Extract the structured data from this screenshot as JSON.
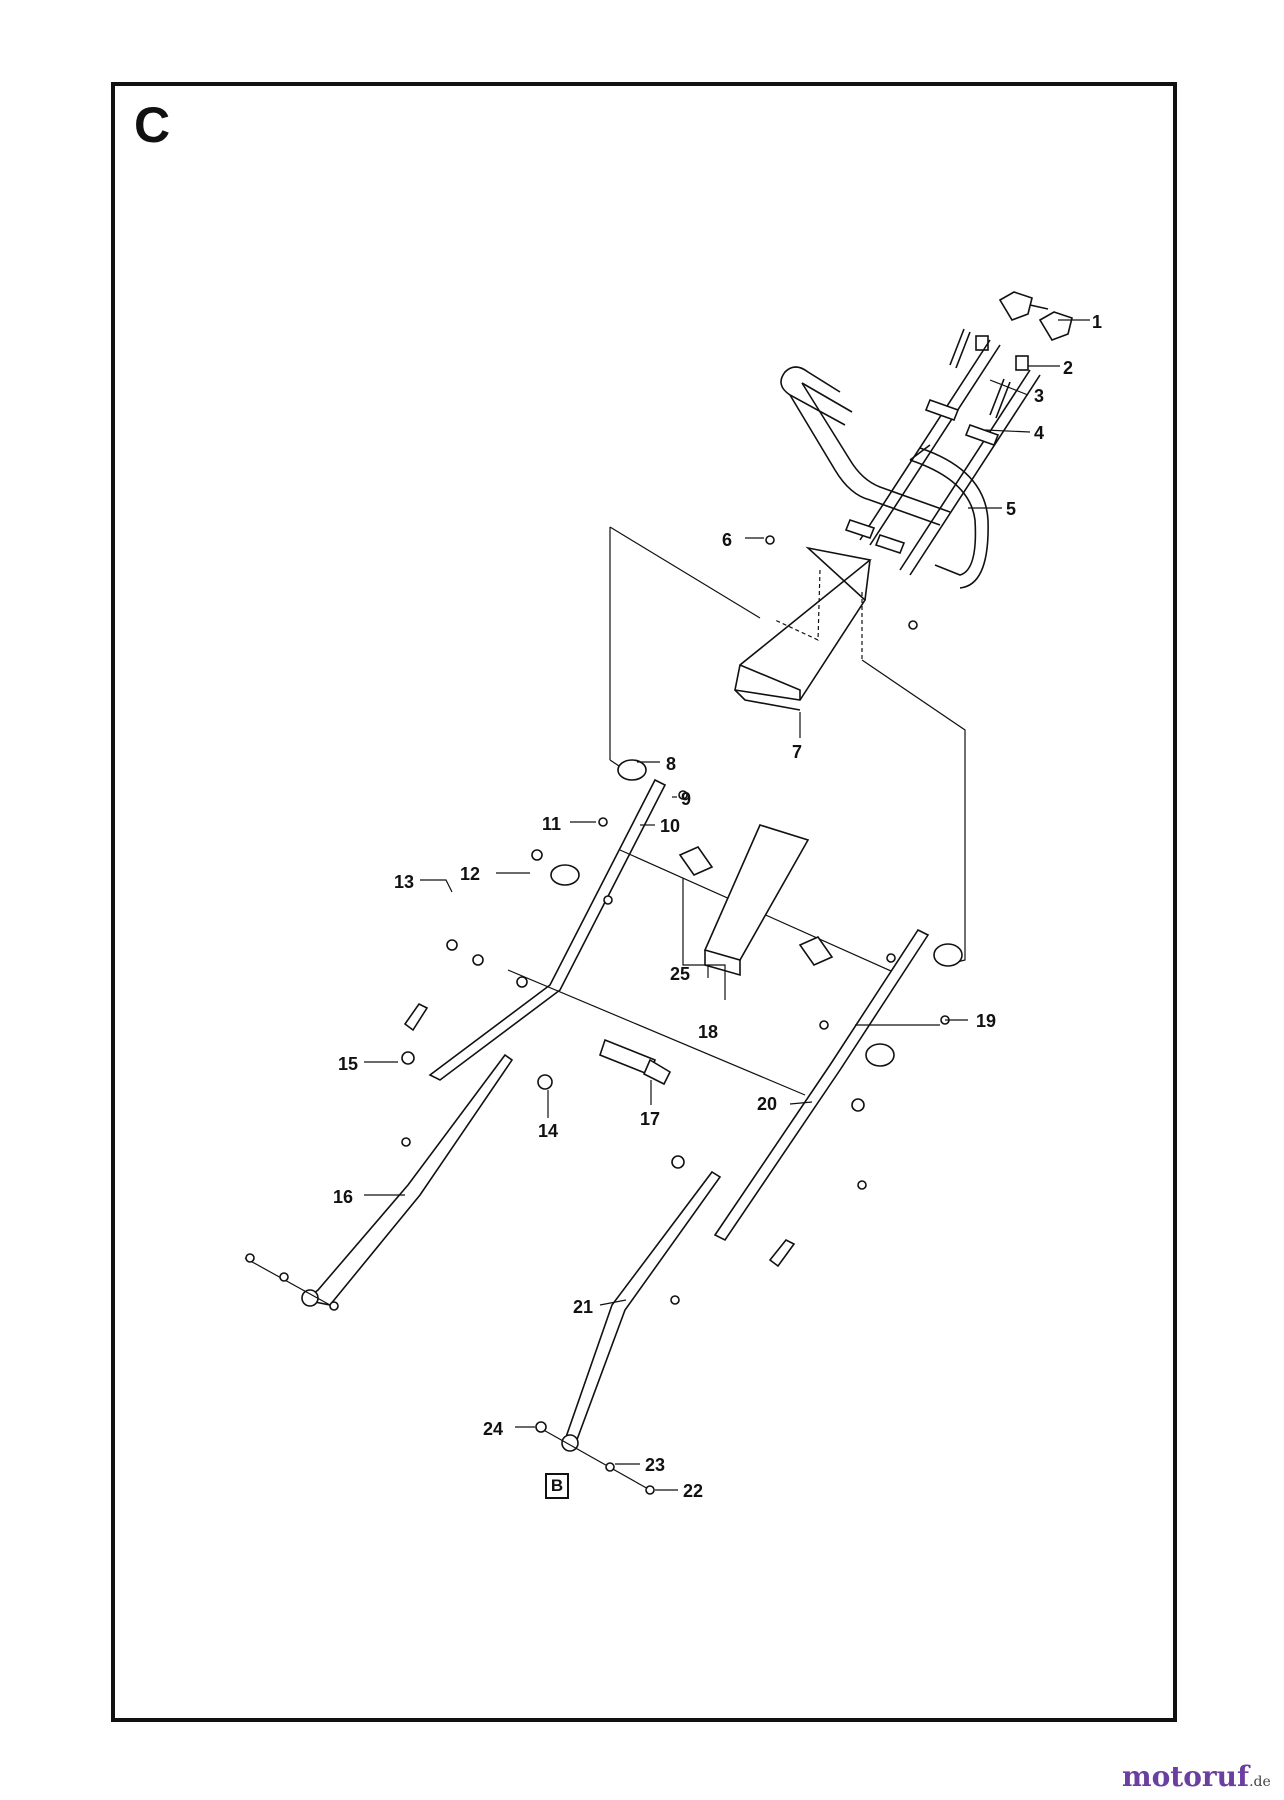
{
  "section_letter": "C",
  "reference_box": "B",
  "callouts": [
    "1",
    "2",
    "3",
    "4",
    "5",
    "6",
    "7",
    "8",
    "9",
    "10",
    "11",
    "12",
    "13",
    "14",
    "15",
    "16",
    "17",
    "18",
    "19",
    "20",
    "21",
    "22",
    "23",
    "24",
    "25"
  ],
  "watermark": {
    "main": "motoruf",
    "tld": ".de"
  },
  "colors": {
    "line": "#111111",
    "background": "#ffffff",
    "watermark": "#6b3fa0"
  }
}
